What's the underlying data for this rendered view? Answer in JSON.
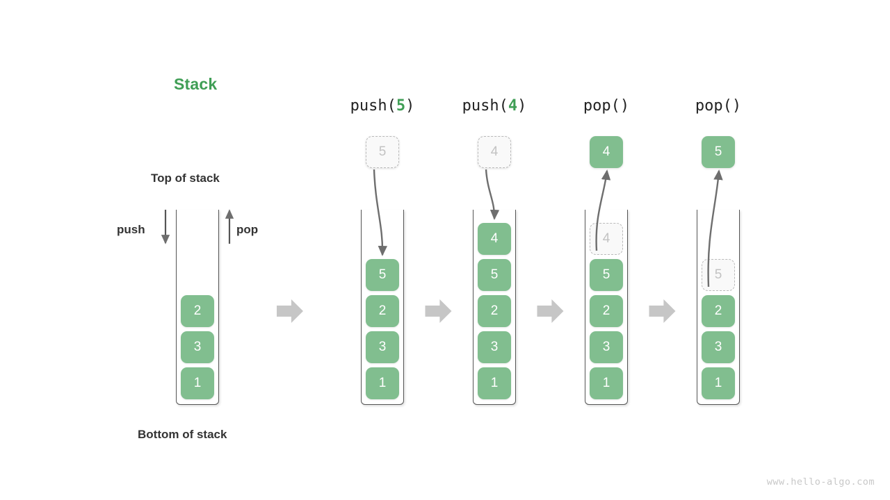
{
  "title": "Stack",
  "labels": {
    "top_of_stack": "Top of stack",
    "bottom_of_stack": "Bottom of stack",
    "push": "push",
    "pop": "pop"
  },
  "watermark": "www.hello-algo.com",
  "colors": {
    "cell_green": "#81be8f",
    "title_green": "#3f9e55",
    "ghost_border": "#b9b9b9",
    "ghost_text": "#c2c2c2",
    "container_stroke": "#555555",
    "arrow_gray": "#6e6e6e",
    "flow_arrow_gray": "#c6c6c6",
    "text_dark": "#333333",
    "watermark_gray": "#c8c8c8"
  },
  "panels": [
    {
      "id": "initial",
      "header": null,
      "header_prefix": "",
      "header_num": "",
      "header_suffix": "",
      "floating": null,
      "cells": [
        {
          "value": "2",
          "ghost": false
        },
        {
          "value": "3",
          "ghost": false
        },
        {
          "value": "1",
          "ghost": false
        }
      ]
    },
    {
      "id": "push5",
      "header_prefix": "push(",
      "header_num": "5",
      "header_suffix": ")",
      "floating": {
        "value": "5",
        "ghost": true
      },
      "cells": [
        {
          "value": "5",
          "ghost": false
        },
        {
          "value": "2",
          "ghost": false
        },
        {
          "value": "3",
          "ghost": false
        },
        {
          "value": "1",
          "ghost": false
        }
      ]
    },
    {
      "id": "push4",
      "header_prefix": "push(",
      "header_num": "4",
      "header_suffix": ")",
      "floating": {
        "value": "4",
        "ghost": true
      },
      "cells": [
        {
          "value": "4",
          "ghost": false
        },
        {
          "value": "5",
          "ghost": false
        },
        {
          "value": "2",
          "ghost": false
        },
        {
          "value": "3",
          "ghost": false
        },
        {
          "value": "1",
          "ghost": false
        }
      ]
    },
    {
      "id": "pop1",
      "header_prefix": "pop(",
      "header_num": "",
      "header_suffix": ")",
      "floating": {
        "value": "4",
        "ghost": false
      },
      "cells": [
        {
          "value": "4",
          "ghost": true
        },
        {
          "value": "5",
          "ghost": false
        },
        {
          "value": "2",
          "ghost": false
        },
        {
          "value": "3",
          "ghost": false
        },
        {
          "value": "1",
          "ghost": false
        }
      ]
    },
    {
      "id": "pop2",
      "header_prefix": "pop(",
      "header_num": "",
      "header_suffix": ")",
      "floating": {
        "value": "5",
        "ghost": false
      },
      "cells": [
        {
          "value": "5",
          "ghost": true
        },
        {
          "value": "2",
          "ghost": false
        },
        {
          "value": "3",
          "ghost": false
        },
        {
          "value": "1",
          "ghost": false
        }
      ]
    }
  ],
  "flow_arrows": 4
}
